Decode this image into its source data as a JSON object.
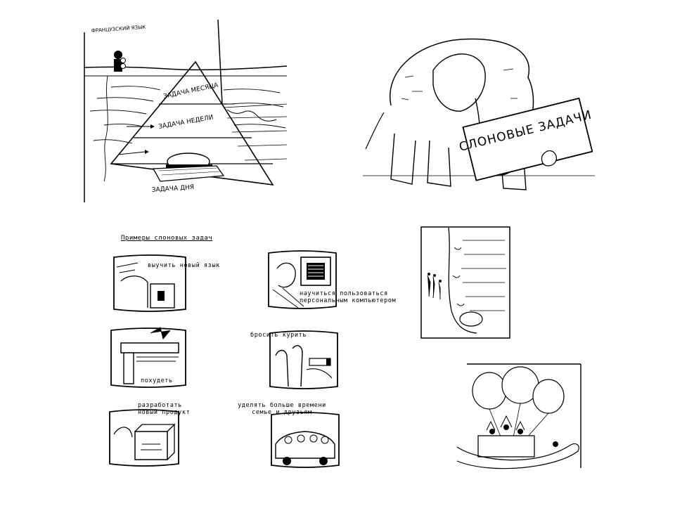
{
  "pyramid": {
    "corner_label": "ФРАНЦУЗСКИЙ ЯЗЫК",
    "month_task": "ЗАДАЧА МЕСЯЦА",
    "week_task": "ЗАДАЧА НЕДЕЛИ",
    "day_task": "ЗАДАЧА ДНЯ"
  },
  "elephant": {
    "sign_text": "СЛОНОВЫЕ ЗАДАЧИ"
  },
  "examples": {
    "title": "Примеры слоновых задач",
    "items": [
      "выучить новый язык",
      "научиться пользоваться персональным компьютером",
      "похудеть",
      "бросить курить",
      "разработать новый продукт",
      "уделять больше времени семье и друзьям"
    ]
  }
}
